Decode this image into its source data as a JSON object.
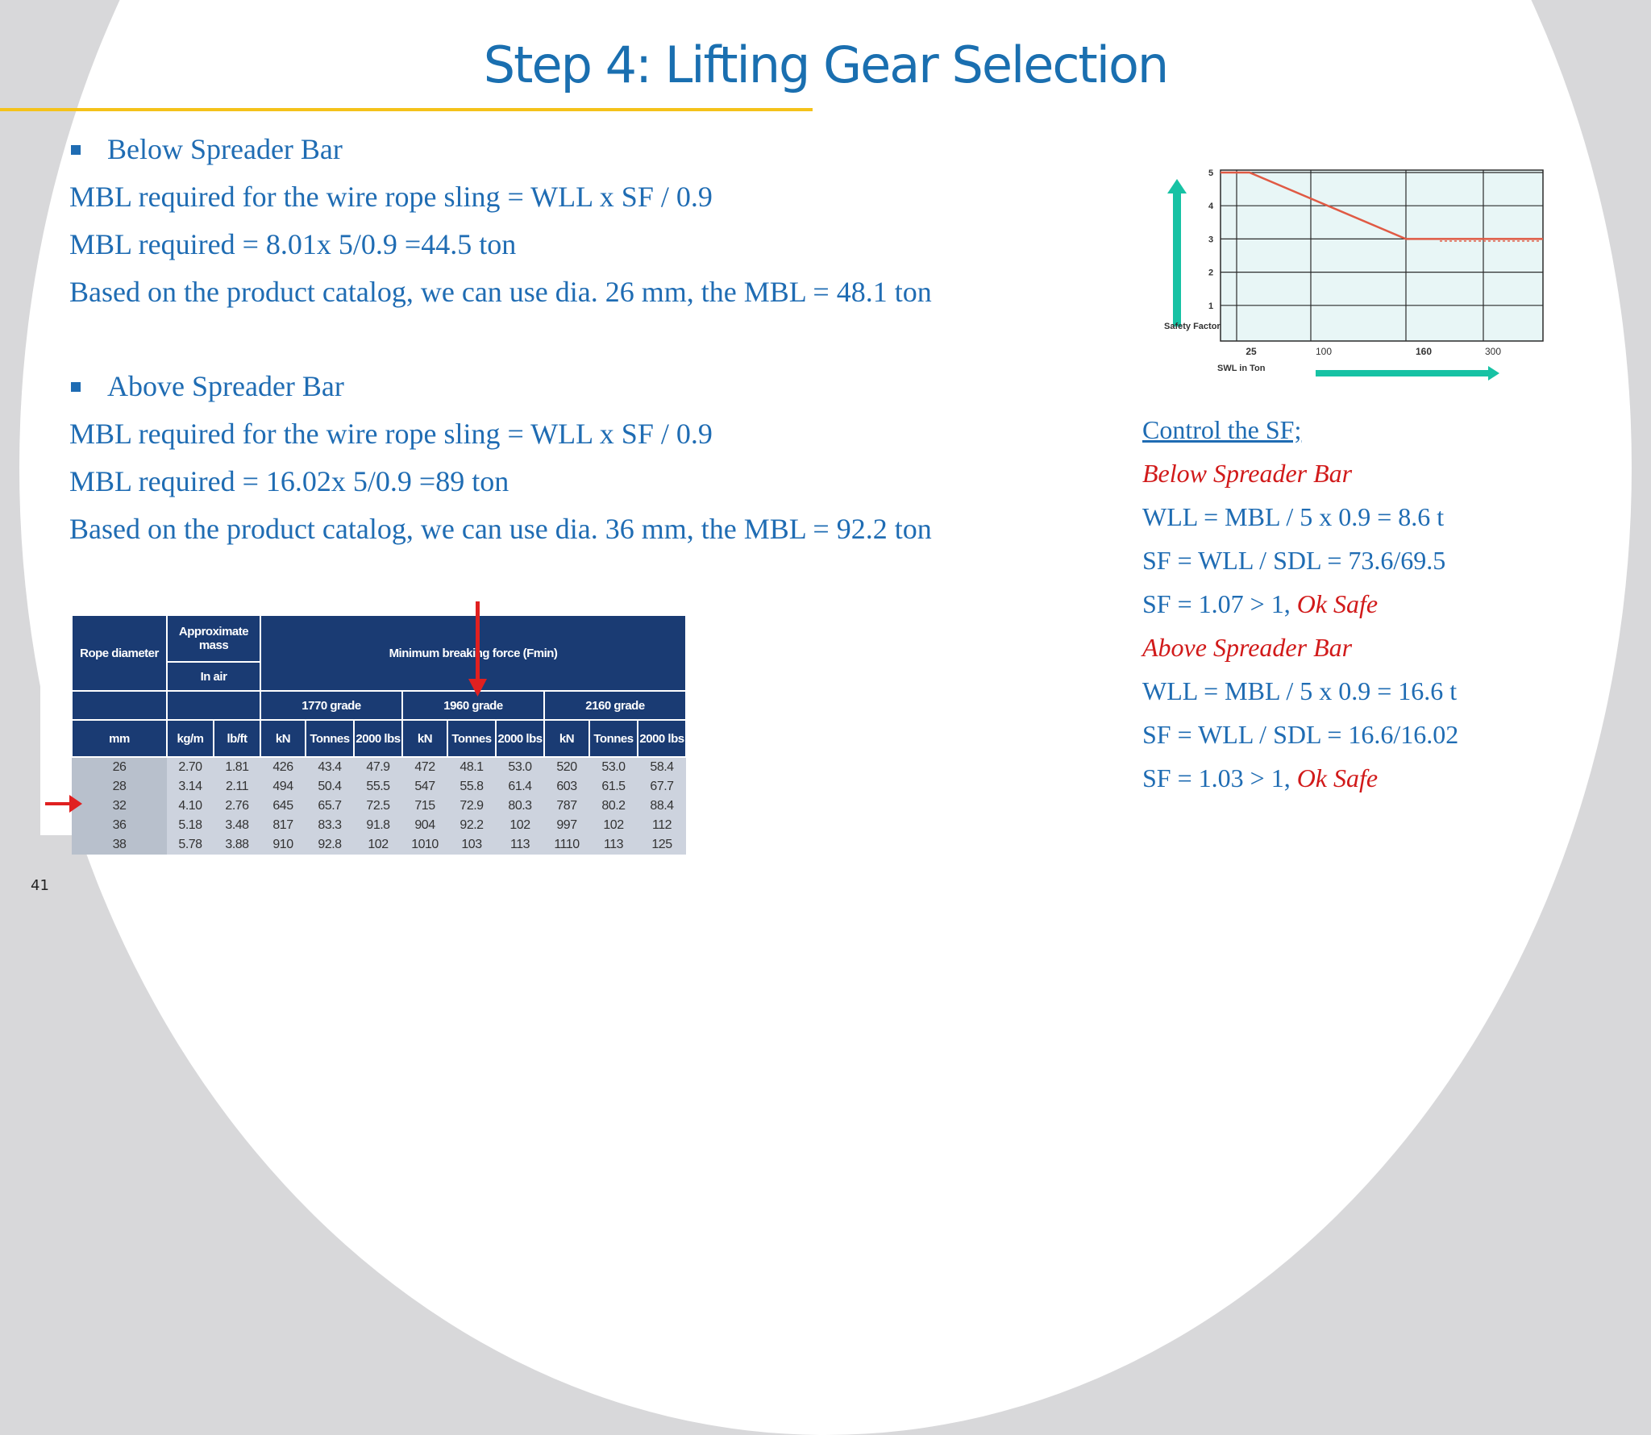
{
  "title": "Step 4: Lifting Gear Selection",
  "page_number": "41",
  "left": {
    "below": {
      "heading": "Below Spreader Bar",
      "lines": [
        "MBL required for the wire rope sling = WLL x SF / 0.9",
        "MBL required = 8.01x 5/0.9 =44.5 ton",
        "Based on the product catalog, we can use dia. 26 mm, the MBL = 48.1 ton"
      ]
    },
    "above": {
      "heading": "Above Spreader Bar",
      "lines": [
        "MBL required for the wire rope sling = WLL x SF / 0.9",
        "MBL required = 16.02x 5/0.9 =89 ton",
        "Based on the product catalog, we can use dia. 36 mm, the MBL = 92.2 ton"
      ]
    }
  },
  "control": {
    "heading": "Control the SF;",
    "below_label": "Below Spreader Bar",
    "below_wll": "WLL = MBL / 5 x 0.9 = 8.6 t",
    "below_sf": "SF = WLL / SDL = 73.6/69.5",
    "below_result": "SF = 1.07 > 1,",
    "below_ok": "Ok Safe",
    "above_label": "Above Spreader Bar",
    "above_wll": "WLL = MBL / 5 x 0.9 = 16.6 t",
    "above_sf": "SF = WLL / SDL = 16.6/16.02",
    "above_result": "SF = 1.03 > 1,",
    "above_ok": "Ok Safe"
  },
  "chart_data": {
    "type": "line",
    "ylabel": "Safety Factor",
    "xlabel": "SWL in Ton",
    "y_ticks": [
      "1",
      "2",
      "3",
      "4",
      "5"
    ],
    "x_ticks": [
      "25",
      "100",
      "160",
      "300"
    ],
    "ylim": [
      0,
      5
    ],
    "series": [
      {
        "x": [
          "0",
          "25",
          "160",
          "300+"
        ],
        "values": [
          5,
          5,
          3,
          3
        ]
      }
    ],
    "colors": {
      "line": "#e05a44",
      "grid": "#2b2b2b",
      "fill": "#e8f6f6",
      "arrow": "#17c2a4"
    }
  },
  "table": {
    "header1": [
      "Rope diameter",
      "Approximate mass",
      "Minimum breaking force (Fmin)"
    ],
    "header2": [
      "In air",
      "1770 grade",
      "1960 grade",
      "2160 grade"
    ],
    "units": [
      "mm",
      "kg/m",
      "lb/ft",
      "kN",
      "Tonnes",
      "2000 lbs",
      "kN",
      "Tonnes",
      "2000 lbs",
      "kN",
      "Tonnes",
      "2000 lbs"
    ],
    "rows": [
      [
        "26",
        "2.70",
        "1.81",
        "426",
        "43.4",
        "47.9",
        "472",
        "48.1",
        "53.0",
        "520",
        "53.0",
        "58.4"
      ],
      [
        "28",
        "3.14",
        "2.11",
        "494",
        "50.4",
        "55.5",
        "547",
        "55.8",
        "61.4",
        "603",
        "61.5",
        "67.7"
      ],
      [
        "32",
        "4.10",
        "2.76",
        "645",
        "65.7",
        "72.5",
        "715",
        "72.9",
        "80.3",
        "787",
        "80.2",
        "88.4"
      ],
      [
        "36",
        "5.18",
        "3.48",
        "817",
        "83.3",
        "91.8",
        "904",
        "92.2",
        "102",
        "997",
        "102",
        "112"
      ],
      [
        "38",
        "5.78",
        "3.88",
        "910",
        "92.8",
        "102",
        "1010",
        "103",
        "113",
        "1110",
        "113",
        "125"
      ]
    ],
    "colors": {
      "header": "#1a3b73",
      "cell": "#cdd3de",
      "arrow": "#e02020"
    }
  }
}
